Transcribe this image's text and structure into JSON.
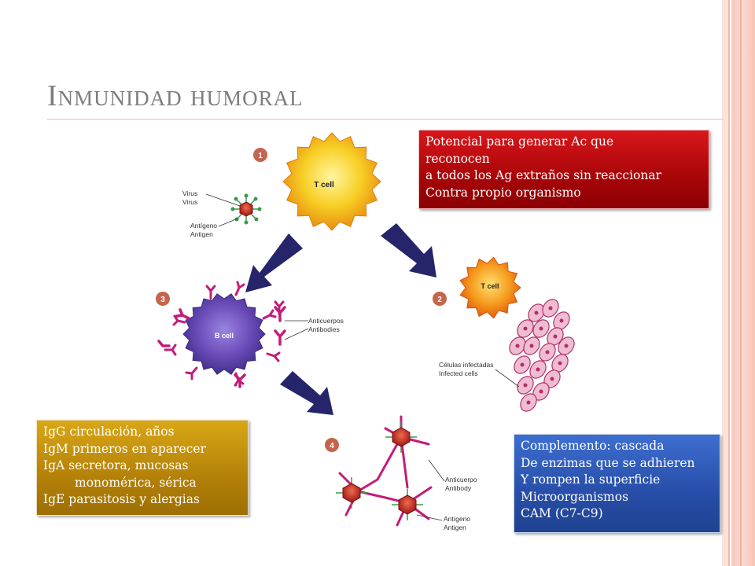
{
  "title": "Inmunidad humoral",
  "diagram": {
    "step_numbers": [
      "1",
      "2",
      "3",
      "4"
    ],
    "cells": {
      "t_cell_large": "T cell",
      "t_cell_small": "T cell",
      "b_cell": "B cell"
    },
    "labels": {
      "virus_es": "Virus",
      "virus_en": "Virus",
      "antigen1_es": "Antígeno",
      "antigen1_en": "Antigen",
      "antibodies_es": "Anticuerpos",
      "antibodies_en": "Antibodies",
      "infected_es": "Células infectadas",
      "infected_en": "Infected cells",
      "antibody4_es": "Anticuerpo",
      "antibody4_en": "Antibody",
      "antigen4_es": "Antígeno",
      "antigen4_en": "Antigen"
    }
  },
  "callouts": {
    "red": [
      "Potencial para generar Ac que",
      "reconocen",
      "a todos los Ag extraños sin reaccionar",
      "Contra propio organismo"
    ],
    "gold": [
      "IgG circulación, años",
      "IgM primeros en aparecer",
      "IgA secretora, mucosas",
      "monomérica, sérica",
      "IgE parasitosis y alergias"
    ],
    "blue": [
      "Complemento: cascada",
      "De enzimas que se adhieren",
      "Y rompen la superficie",
      "Microorganismos",
      "CAM (C7-C9)"
    ]
  },
  "colors": {
    "slide_edge": "#f7c6b8",
    "title": "#7d7d7d",
    "red_box": "#b50a0c",
    "gold_box": "#b8860b",
    "blue_box": "#2b55b0",
    "arrow": "#26246b",
    "t_cell": "#f5c218",
    "b_cell": "#6a4bb8",
    "antibody": "#c21d79",
    "virus": "#c8272a",
    "infected_cell": "#e8a9c4"
  }
}
